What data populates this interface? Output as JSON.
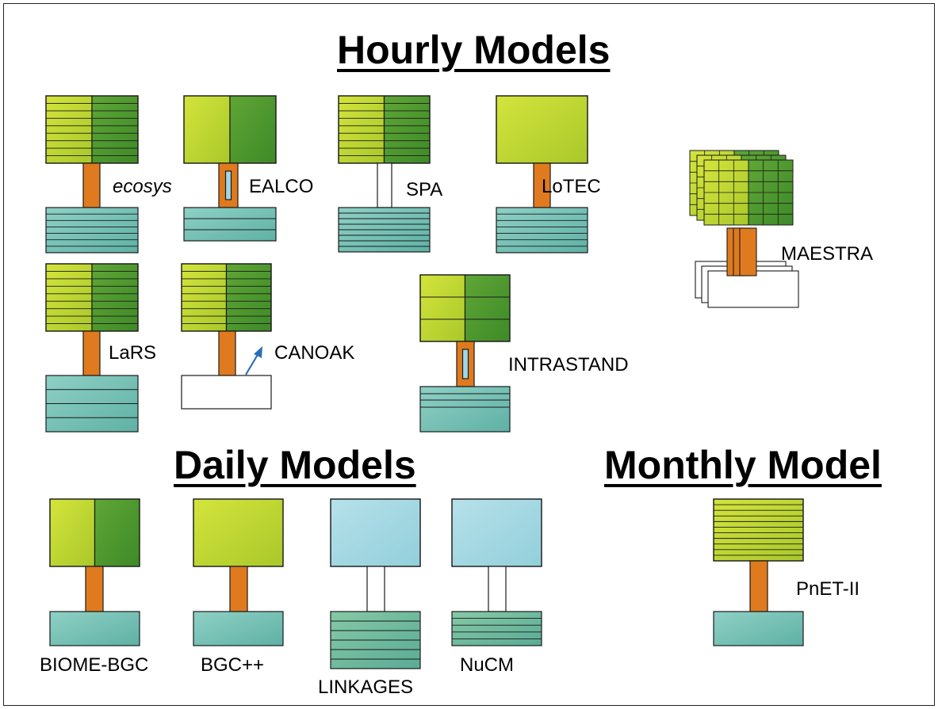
{
  "headings": {
    "hourly": "Hourly Models",
    "daily": "Daily Models",
    "monthly": "Monthly Model"
  },
  "models": {
    "ecosys": "ecosys",
    "ealco": "EALCO",
    "spa": "SPA",
    "lotec": "LoTEC",
    "maestra": "MAESTRA",
    "lars": "LaRS",
    "canoak": "CANOAK",
    "intrastand": "INTRASTAND",
    "biome_bgc": "BIOME-BGC",
    "bgcpp": "BGC++",
    "linkages": "LINKAGES",
    "nucm": "NuCM",
    "pnet": "PnET-II"
  },
  "colors": {
    "canopy_light": "#c2d92f",
    "canopy_dark": "#4f9a2f",
    "stem": "#e07a1e",
    "soil": "#7fc4b8",
    "soil_layered": "#77bfa7",
    "canopy_blue": "#a9dbe3",
    "arrow": "#2a6fb5"
  }
}
